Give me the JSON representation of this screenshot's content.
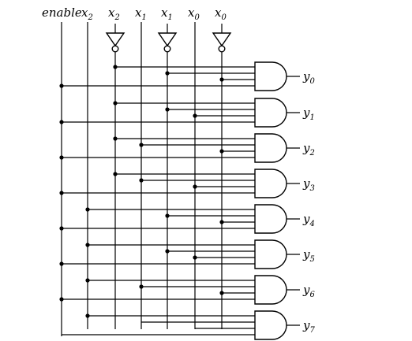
{
  "inputs": [
    {
      "base": "enable",
      "sub": ""
    },
    {
      "base": "x",
      "sub": "2"
    },
    {
      "base": "x",
      "sub": "2"
    },
    {
      "base": "x",
      "sub": "1"
    },
    {
      "base": "x",
      "sub": "1"
    },
    {
      "base": "x",
      "sub": "0"
    },
    {
      "base": "x",
      "sub": "0"
    }
  ],
  "outputs": [
    {
      "base": "y",
      "sub": "0"
    },
    {
      "base": "y",
      "sub": "1"
    },
    {
      "base": "y",
      "sub": "2"
    },
    {
      "base": "y",
      "sub": "3"
    },
    {
      "base": "y",
      "sub": "4"
    },
    {
      "base": "y",
      "sub": "5"
    },
    {
      "base": "y",
      "sub": "6"
    },
    {
      "base": "y",
      "sub": "7"
    }
  ],
  "colors": {
    "line": "#000000",
    "background": "#ffffff"
  }
}
